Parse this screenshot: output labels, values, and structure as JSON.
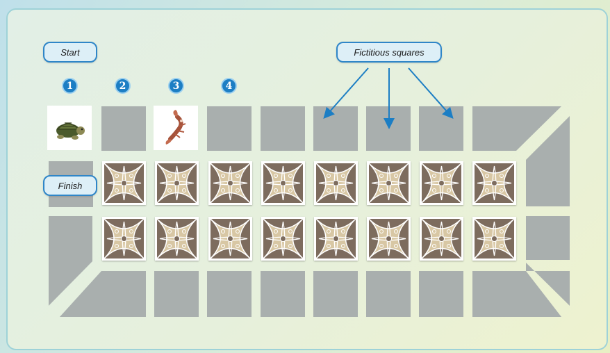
{
  "labels": {
    "start": "Start",
    "finish": "Finish",
    "fictitious": "Fictitious squares"
  },
  "players": [
    "1",
    "2",
    "3",
    "4"
  ],
  "pieces": [
    {
      "player": 1,
      "icon": "turtle-icon"
    },
    {
      "player": 3,
      "icon": "lobster-icon"
    }
  ],
  "colors": {
    "square": "#a9afae",
    "accent": "#1c7ec4",
    "card_bg": "#7d6c5e",
    "card_line": "#ffffff",
    "card_motif": "#d8c7a4"
  }
}
